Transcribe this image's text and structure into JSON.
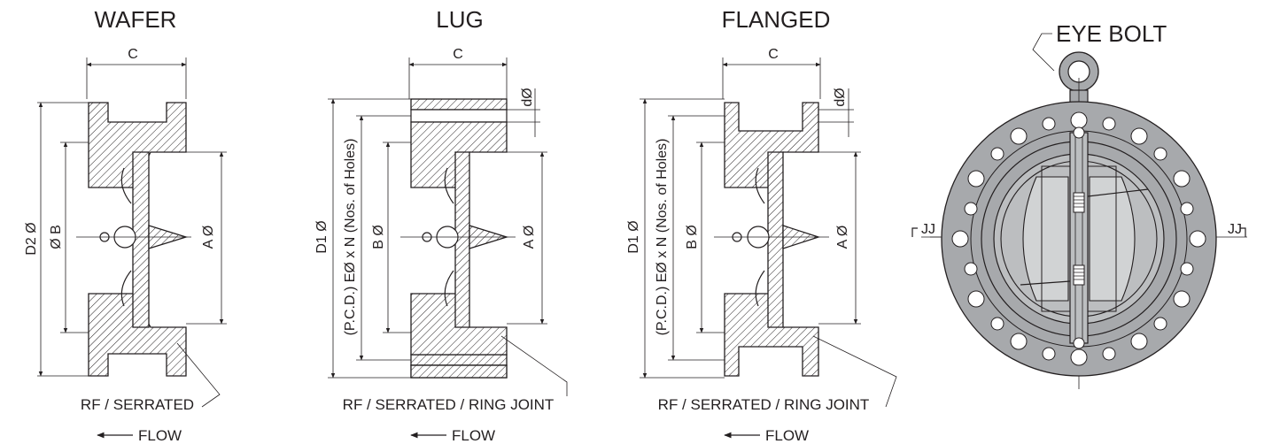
{
  "views": {
    "wafer": {
      "title": "WAFER",
      "dim_c": "C",
      "dim_d2": "D2 Ø",
      "dim_b": "Ø B",
      "dim_a": "A Ø",
      "face_note": "RF / SERRATED",
      "flow": "FLOW"
    },
    "lug": {
      "title": "LUG",
      "dim_c": "C",
      "dim_d": "dØ",
      "dim_d1": "D1 Ø",
      "dim_pcd": "(P.C.D.) EØ x N (Nos. of Holes)",
      "dim_b": "B Ø",
      "dim_a": "A Ø",
      "face_note": "RF / SERRATED / RING JOINT",
      "flow": "FLOW"
    },
    "flanged": {
      "title": "FLANGED",
      "dim_c": "C",
      "dim_d": "dØ",
      "dim_d1": "D1 Ø",
      "dim_pcd": "(P.C.D.) EØ x N (Nos. of Holes)",
      "dim_b": "B Ø",
      "dim_a": "A Ø",
      "face_note": "RF / SERRATED / RING JOINT",
      "flow": "FLOW"
    },
    "front": {
      "eye_bolt": "EYE BOLT",
      "section_left": "JJ",
      "section_right": "JJ"
    }
  },
  "colors": {
    "line": "#231f20",
    "body_fill": "#a7a9ac",
    "inner_fill": "#bcbec0"
  }
}
